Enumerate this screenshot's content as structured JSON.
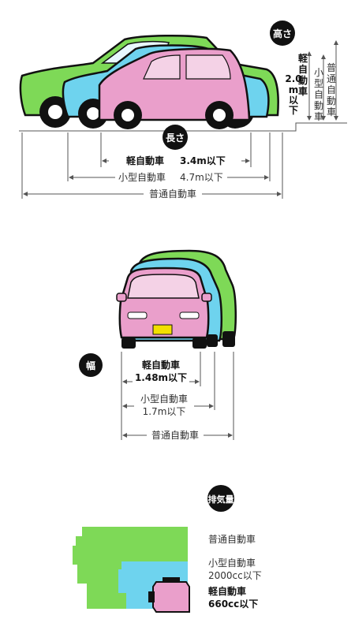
{
  "colors": {
    "futsu": "#7ed957",
    "kogata": "#6ed3ee",
    "kei": "#ea9fcb",
    "outline": "#111111",
    "line": "#555555",
    "plate": "#f2e000"
  },
  "sections": {
    "height": {
      "badge": "高さ",
      "kei_value": "2.0m以下",
      "kei_label": "軽自動車",
      "kogata_label": "小型自動車",
      "futsu_label": "普通自動車"
    },
    "length": {
      "badge": "長さ",
      "kei_label": "軽自動車",
      "kei_value": "3.4m以下",
      "kogata_label": "小型自動車",
      "kogata_value": "4.7m以下",
      "futsu_label": "普通自動車"
    },
    "width": {
      "badge": "幅",
      "kei_label": "軽自動車",
      "kei_value": "1.48m以下",
      "kogata_label": "小型自動車",
      "kogata_value": "1.7m以下",
      "futsu_label": "普通自動車"
    },
    "displacement": {
      "badge": "排気量",
      "futsu_label": "普通自動車",
      "kogata_label": "小型自動車",
      "kogata_value": "2000cc以下",
      "kei_label": "軽自動車",
      "kei_value": "660cc以下"
    }
  }
}
